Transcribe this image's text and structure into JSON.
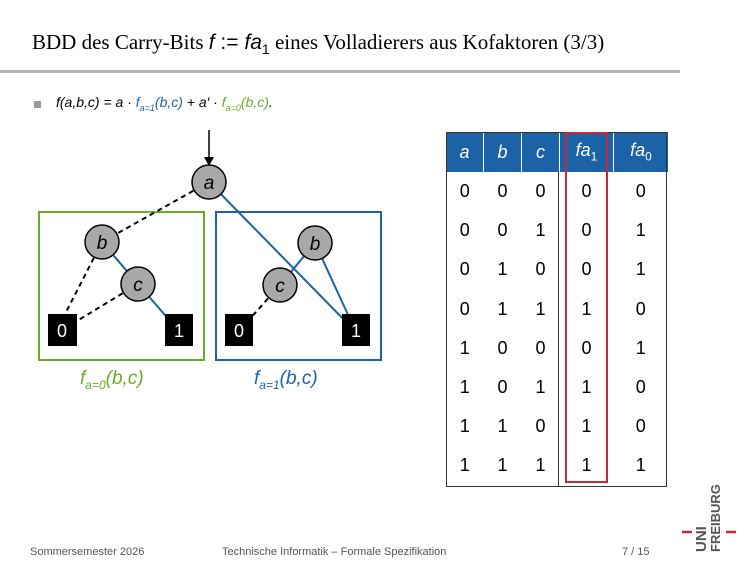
{
  "header": {
    "title_prefix": "BDD des Carry-Bits ",
    "title_math_f": "f",
    "title_math_assign": " := ",
    "title_math_fa": "fa",
    "title_math_sub": "1",
    "title_suffix": " eines Volladierers aus Kofaktoren (3/3)"
  },
  "formula": {
    "lhs": "f(a,b,c) = a · ",
    "t1": "f",
    "t1_sub": "a=1",
    "t1_args": "(b,c)",
    "mid": " + a′ · ",
    "t2": "f",
    "t2_sub": "a=0",
    "t2_args": "(b,c)",
    "end": "."
  },
  "bdd": {
    "root": "a",
    "left": {
      "node_b": "b",
      "node_c": "c",
      "term0": "0",
      "term1": "1",
      "label_f": "f",
      "label_sub": "a=0",
      "label_args": "(b,c)",
      "color": "#6aab2a"
    },
    "right": {
      "node_b": "b",
      "node_c": "c",
      "term0": "0",
      "term1": "1",
      "label_f": "f",
      "label_sub": "a=1",
      "label_args": "(b,c)",
      "color": "#1b63a6"
    }
  },
  "truth_table": {
    "headers": [
      "a",
      "b",
      "c",
      "fa",
      "fa"
    ],
    "header_subs": [
      "",
      "",
      "",
      "1",
      "0"
    ],
    "rows": [
      [
        "0",
        "0",
        "0",
        "0",
        "0"
      ],
      [
        "0",
        "0",
        "1",
        "0",
        "1"
      ],
      [
        "0",
        "1",
        "0",
        "0",
        "1"
      ],
      [
        "0",
        "1",
        "1",
        "1",
        "0"
      ],
      [
        "1",
        "0",
        "0",
        "0",
        "1"
      ],
      [
        "1",
        "0",
        "1",
        "1",
        "0"
      ],
      [
        "1",
        "1",
        "0",
        "1",
        "0"
      ],
      [
        "1",
        "1",
        "1",
        "1",
        "1"
      ]
    ],
    "header_color": "#1b63a6",
    "highlight_color": "#c42a3c"
  },
  "footer": {
    "semester": "Sommersemester 2026",
    "course": "Technische Informatik – Formale Spezifikation",
    "page": "7 / 15"
  },
  "logo": {
    "line1": "UNI",
    "line2": "FREIBURG"
  }
}
